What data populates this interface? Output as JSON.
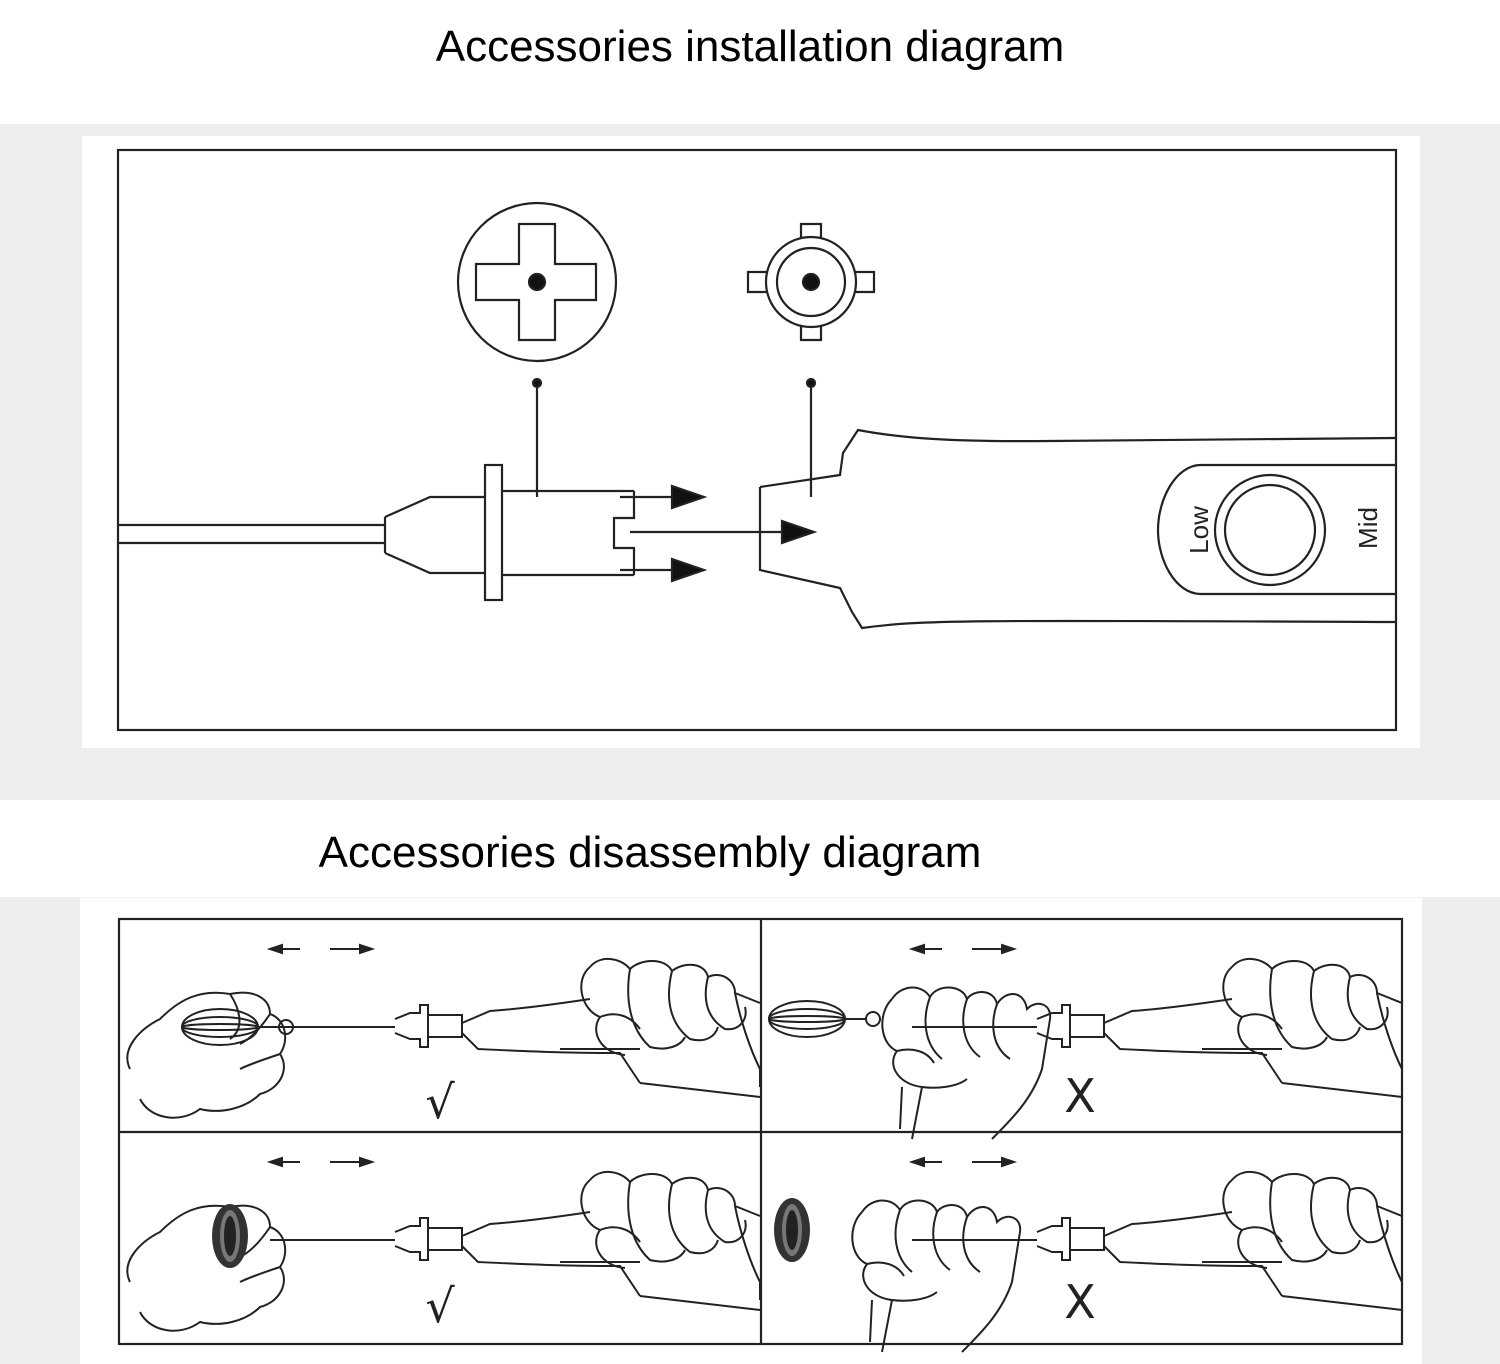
{
  "installation": {
    "title": "Accessories installation diagram",
    "speed_labels": {
      "low": "Low",
      "mid": "Mid"
    }
  },
  "disassembly": {
    "title": "Accessories disassembly diagram",
    "cells": [
      {
        "attachment": "whisk",
        "mark": "√",
        "correct": true
      },
      {
        "attachment": "whisk",
        "mark": "X",
        "correct": false
      },
      {
        "attachment": "coil-whisk",
        "mark": "√",
        "correct": true
      },
      {
        "attachment": "coil-whisk",
        "mark": "X",
        "correct": false
      }
    ]
  },
  "colors": {
    "line": "#222222",
    "band": "#eeeeee",
    "background": "#ffffff"
  }
}
